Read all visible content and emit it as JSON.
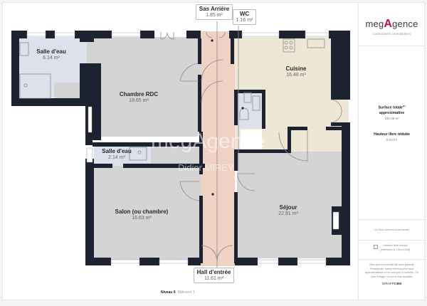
{
  "plan": {
    "level": "Niveau 0",
    "building": "Bâtiment 1",
    "rooms": [
      {
        "id": "salle-deau-1",
        "name": "Salle d'eau",
        "area": "6.14 m²",
        "color": "#dde1ec"
      },
      {
        "id": "chambre-rdc",
        "name": "Chambre RDC",
        "area": "18.65 m²",
        "color": "#d4d4d4"
      },
      {
        "id": "sas-arriere",
        "name": "Sas Arrière",
        "area": "1.85 m²",
        "color": "#f0d2c4"
      },
      {
        "id": "wc",
        "name": "WC",
        "area": "1.16 m²",
        "color": "#dde1ec"
      },
      {
        "id": "cuisine",
        "name": "Cuisine",
        "area": "16.48 m²",
        "color": "#efe7d6"
      },
      {
        "id": "salle-deau-2",
        "name": "Salle d'eau",
        "area": "2.14 m²",
        "color": "#dde1ec"
      },
      {
        "id": "salon",
        "name": "Salon (ou chambre)",
        "area": "16.63 m²",
        "color": "#d4d4d4"
      },
      {
        "id": "sejour",
        "name": "Séjour",
        "area": "22.91 m²",
        "color": "#d4d4d4"
      },
      {
        "id": "hall",
        "name": "Hall d'entrée",
        "area": "11.61 m²",
        "color": "#f0d2c4"
      }
    ],
    "watermark": {
      "brand": "megAgence",
      "agent": "Didier MIREY"
    }
  },
  "sidebar": {
    "logo": {
      "prefix": "meg",
      "accent": "A",
      "suffix": "gence",
      "tagline": "consultants immobiliers",
      "accent_color": "#c8102e"
    },
    "surface": {
      "title_line1": "Surface totale",
      "title_sup": "(1)",
      "title_line2": "approximative",
      "value": "102.05 m²"
    },
    "hauteur": {
      "title": "Hauteur libre réduite",
      "value": "0.23 m²"
    },
    "footnote1": "(1) Hors balcons et terrasses",
    "legend": {
      "label_line1": "Hauteur libre réduite",
      "label_line2": "(inférieure à 1.5m/4.92ft)"
    },
    "disclaimer": "Bien que tout ait été fait pour garantir l'exactitude, toutes les mesures sont approximatives et ne sont pas à l'échelle. Ce plan d'étage n'a qu'un but illustratif.",
    "brand_prefix": "GIRAFFE",
    "brand_suffix": "360"
  },
  "colors": {
    "wall": "#1c2230",
    "window": "#ffffff",
    "grey_room": "#d4d4d4",
    "hall": "#f0d2c4",
    "kitchen": "#efe7d6",
    "bath": "#dde1ec"
  }
}
